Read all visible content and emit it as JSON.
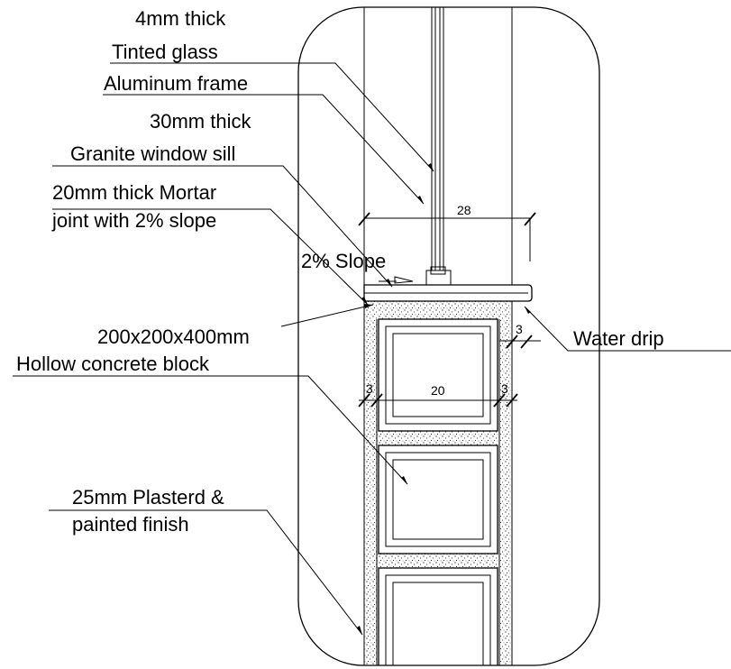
{
  "labels": {
    "glass_thickness": "4mm thick",
    "glass_type": "Tinted glass",
    "frame": "Aluminum frame",
    "sill_thickness": "30mm thick",
    "sill": "Granite window sill",
    "mortar_line1": "20mm thick  Mortar",
    "mortar_line2": "joint with 2% slope",
    "slope": "2% Slope",
    "block_line1": "200x200x400mm",
    "block_line2": "Hollow concrete block",
    "plaster_line1": "25mm Plasterd &",
    "plaster_line2": "painted finish",
    "water_drip": "Water drip"
  },
  "dimensions": {
    "sill_width": "28",
    "block_width": "20",
    "plaster_left": "3",
    "plaster_right": "3",
    "plaster_side": "3"
  }
}
